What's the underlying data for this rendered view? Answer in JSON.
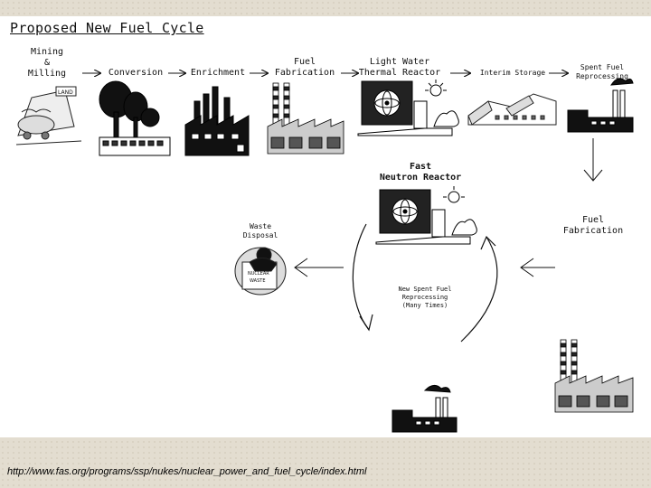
{
  "title": "Proposed New Fuel Cycle",
  "steps": {
    "mining": "Mining\n&\nMilling",
    "conversion": "Conversion",
    "enrichment": "Enrichment",
    "fuel_fabrication": "Fuel\nFabrication",
    "lwr": "Light Water\nThermal Reactor",
    "interim_storage": "Interim Storage",
    "spent_fuel_reprocessing": "Spent Fuel\nReprocessing",
    "fast_reactor": "Fast\nNeutron Reactor",
    "fuel_fabrication_2": "Fuel\nFabrication",
    "waste_disposal": "Waste\nDisposal",
    "new_reprocessing": "New Spent Fuel\nReprocessing\n(Many Times)"
  },
  "mine_sign": "LAND",
  "waste_sign": "NUCLEAR\nWASTE",
  "footer_url": "http://www.fas.org/programs/ssp/nukes/nuclear_power_and_fuel_cycle/index.html",
  "colors": {
    "background": "#e3ddd0",
    "slide": "#ffffff",
    "ink": "#111111"
  }
}
